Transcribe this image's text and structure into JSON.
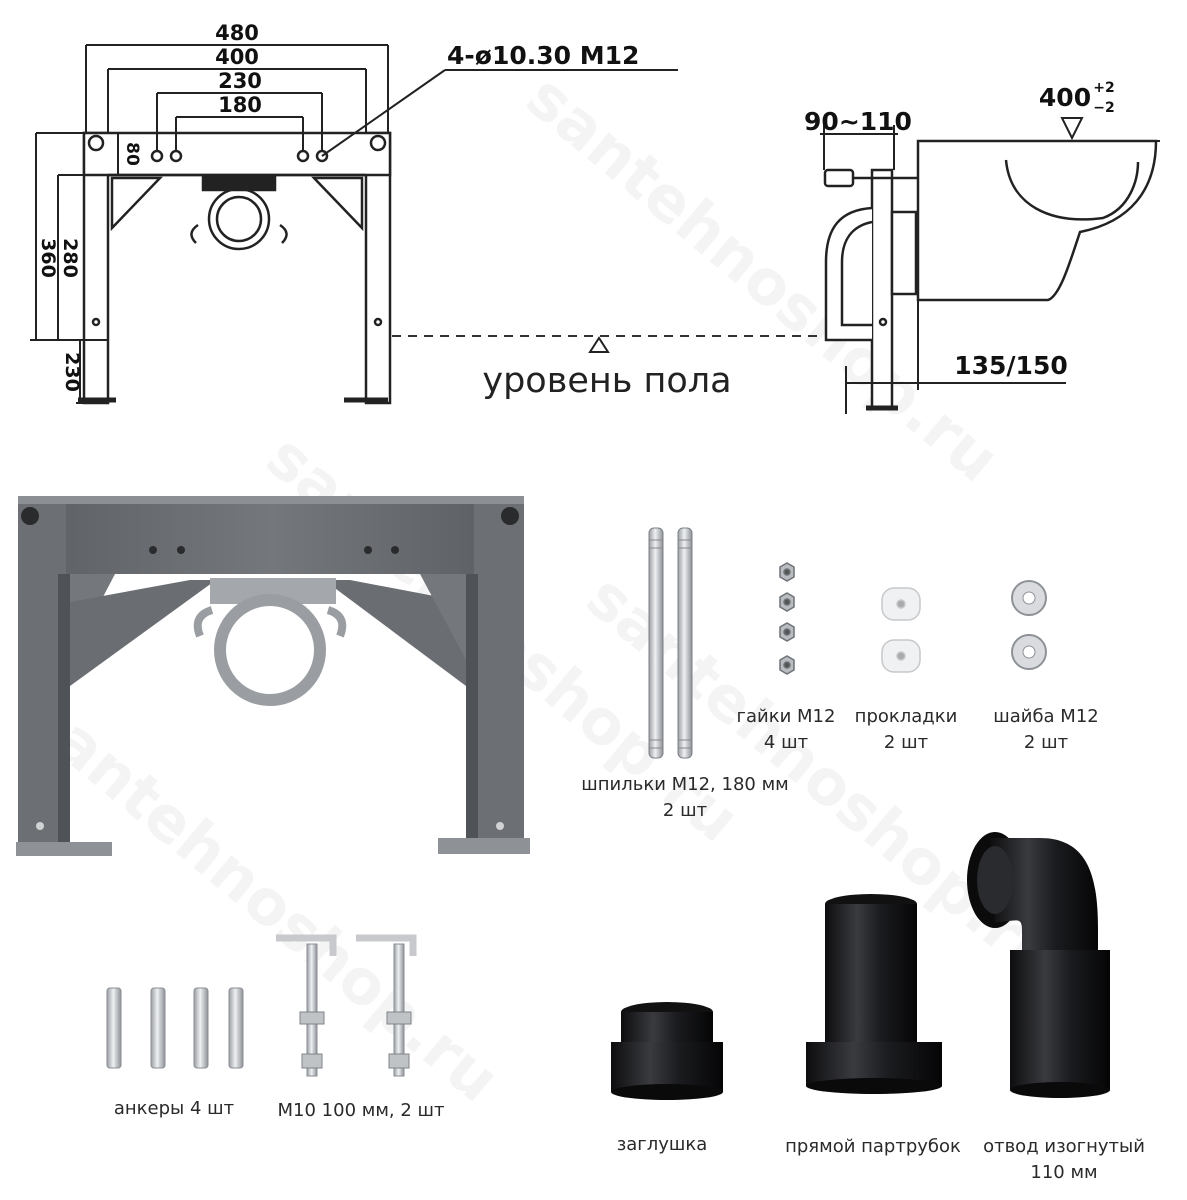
{
  "front_drawing": {
    "widths": [
      "480",
      "400",
      "230",
      "180"
    ],
    "height_80": "80",
    "height_280": "280",
    "height_360": "360",
    "height_230": "230",
    "holes": "4-ø10.30 M12"
  },
  "floor_label": "уровень пола",
  "side_drawing": {
    "offset": "90~110",
    "bowl_top": "400",
    "bowl_tol_plus": "+2",
    "bowl_tol_minus": "−2",
    "depth": "135/150"
  },
  "parts": {
    "studs": {
      "line1": "шпильки М12, 180 мм",
      "line2": "2 шт"
    },
    "nuts": {
      "line1": "гайки М12",
      "line2": "4 шт"
    },
    "gaskets": {
      "line1": "прокладки",
      "line2": "2 шт"
    },
    "washers": {
      "line1": "шайба М12",
      "line2": "2 шт"
    },
    "anchors": {
      "line1": "анкеры 4 шт"
    },
    "m10": {
      "line1": "М10 100 мм, 2 шт"
    },
    "plug": {
      "line1": "заглушка"
    },
    "straight_pipe": {
      "line1": "прямой партрубок"
    },
    "elbow": {
      "line1": "отвод изогнутый",
      "line2": "110 мм"
    }
  },
  "watermark": "santehnoshop.ru",
  "colors": {
    "frame": "#6b6e72",
    "frame_dark": "#4d5054",
    "fitting": "#1a1a1c"
  }
}
